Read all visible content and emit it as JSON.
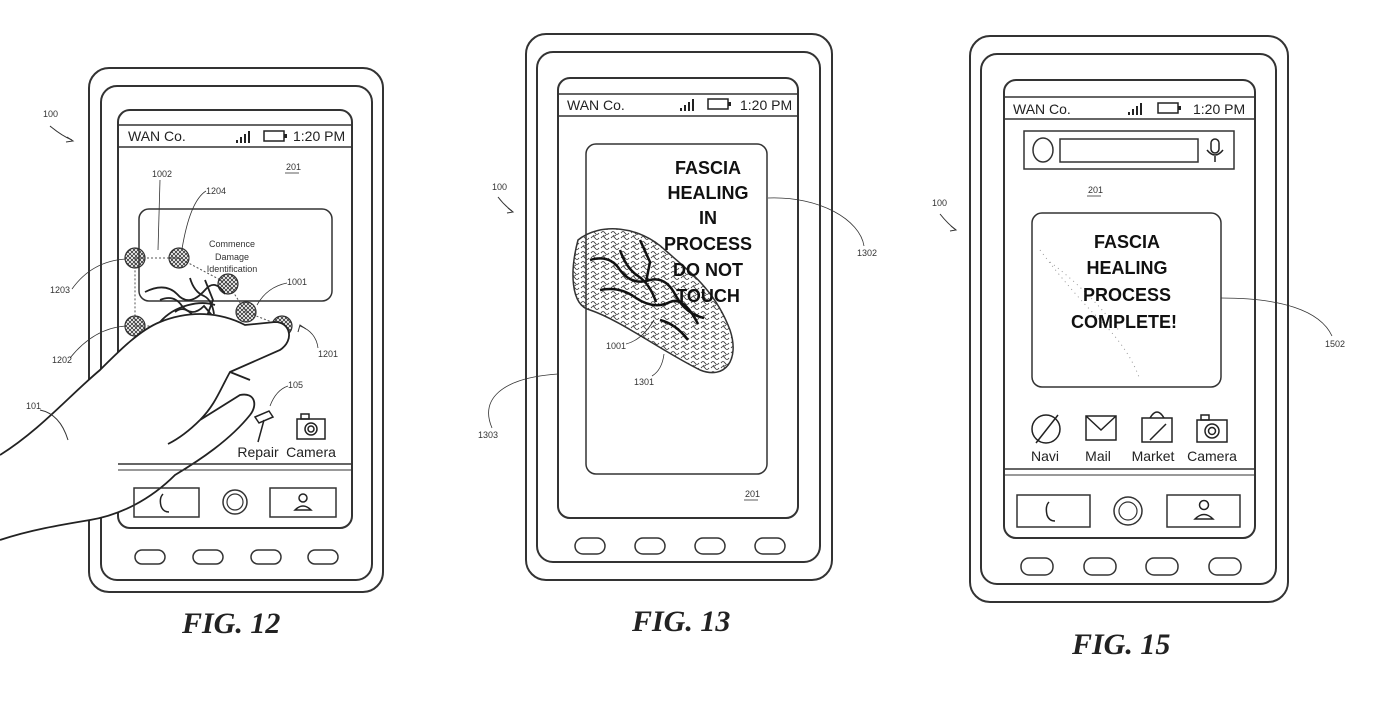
{
  "figures": [
    {
      "caption": "FIG. 12",
      "device_ref": "100",
      "hand_ref": "101",
      "screen_ref": "201",
      "status": {
        "carrier": "WAN Co.",
        "time": "1:20 PM"
      },
      "popup_lines": [
        "Commence",
        "Damage",
        "Identification"
      ],
      "refs": {
        "r1002": "1002",
        "r1204": "1204",
        "r1203": "1203",
        "r1001": "1001",
        "r1202": "1202",
        "r1201": "1201",
        "r105": "105"
      },
      "apps": [
        "Repair",
        "Camera"
      ]
    },
    {
      "caption": "FIG. 13",
      "device_ref": "100",
      "screen_ref": "201",
      "status": {
        "carrier": "WAN Co.",
        "time": "1:20 PM"
      },
      "message_lines": [
        "FASCIA",
        "HEALING",
        "IN",
        "PROCESS",
        "DO NOT",
        "TOUCH"
      ],
      "refs": {
        "r1302": "1302",
        "r1001": "1001",
        "r1301": "1301",
        "r1303": "1303"
      }
    },
    {
      "caption": "FIG. 15",
      "device_ref": "100",
      "screen_ref": "201",
      "status": {
        "carrier": "WAN Co.",
        "time": "1:20 PM"
      },
      "message_lines": [
        "FASCIA",
        "HEALING",
        "PROCESS",
        "COMPLETE!"
      ],
      "refs": {
        "r1502": "1502"
      },
      "apps": [
        "Navi",
        "Mail",
        "Market",
        "Camera"
      ]
    }
  ],
  "icons": [
    "signal-icon",
    "battery-icon",
    "phone-icon",
    "home-button-icon",
    "contact-icon",
    "hammer-icon",
    "camera-icon",
    "search-icon",
    "microphone-icon",
    "compass-icon",
    "mail-icon",
    "market-bag-icon"
  ]
}
